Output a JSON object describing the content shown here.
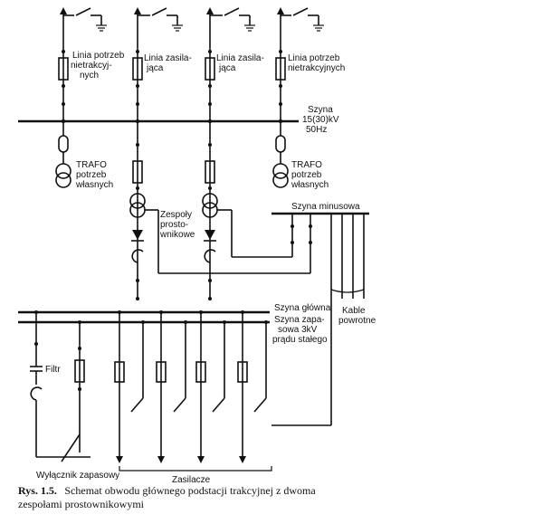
{
  "labels": {
    "linia_nietrakcyjne_left": [
      "Linia potrzeb",
      "nietrakcyj-",
      "nych"
    ],
    "linia_zasilajaca_1": [
      "Linia zasila-",
      "jąca"
    ],
    "linia_zasilajaca_2": [
      "Linia zasila-",
      "jąca"
    ],
    "linia_nietrakcyjne_right": [
      "Linia potrzeb",
      "nietrakcyjnych"
    ],
    "szyna_15kv": [
      "Szyna",
      "15(30)kV",
      "50Hz"
    ],
    "trafo_left": [
      "TRAFO",
      "potrzeb",
      "własnych"
    ],
    "trafo_right": [
      "TRAFO",
      "potrzeb",
      "własnych"
    ],
    "zespoly": [
      "Zespoły",
      "prosto-",
      "wnikowe"
    ],
    "szyna_minusowa": "Szyna minusowa",
    "kable_powrotne": [
      "Kable",
      "powrotne"
    ],
    "szyna_glowna": "Szyna główna",
    "szyna_zapasowa": [
      "Szyna zapa-",
      "sowa 3kV",
      "prądu stałego"
    ],
    "filtr": "Filtr",
    "wylacznik_zapasowy": "Wyłącznik zapasowy",
    "zasilacze": "Zasilacze"
  },
  "caption": {
    "prefix": "Rys. 1.5.",
    "line1": "Schemat obwodu głównego podstacji trakcyjnej z dwoma",
    "line2": "zespołami prostownikowymi"
  }
}
